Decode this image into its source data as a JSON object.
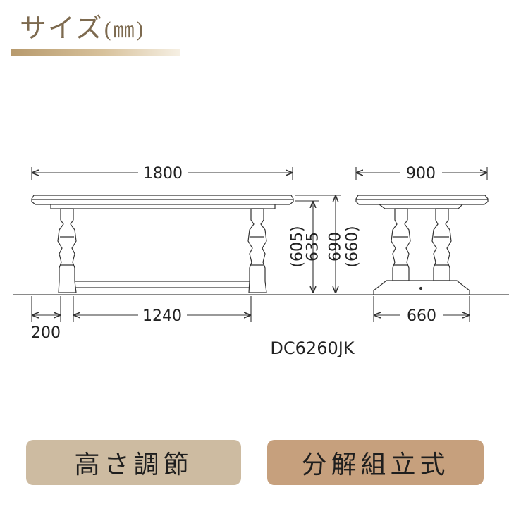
{
  "header": {
    "title": "サイズ",
    "unit": "(㎜)"
  },
  "dimensions": {
    "length": "1800",
    "depth": "900",
    "height_1": "(605)",
    "height_2": "635",
    "height_3": "690",
    "height_4": "(660)",
    "leg_offset": "200",
    "leg_span": "1240",
    "base_width": "660"
  },
  "model": "DC6260JK",
  "badges": {
    "height_adjust": "高さ調節",
    "knockdown": "分解組立式"
  },
  "colors": {
    "header_text": "#7d6a4f",
    "badge_height_bg": "#cdbba1",
    "badge_knock_bg": "#c6a07d",
    "line": "#333333"
  }
}
